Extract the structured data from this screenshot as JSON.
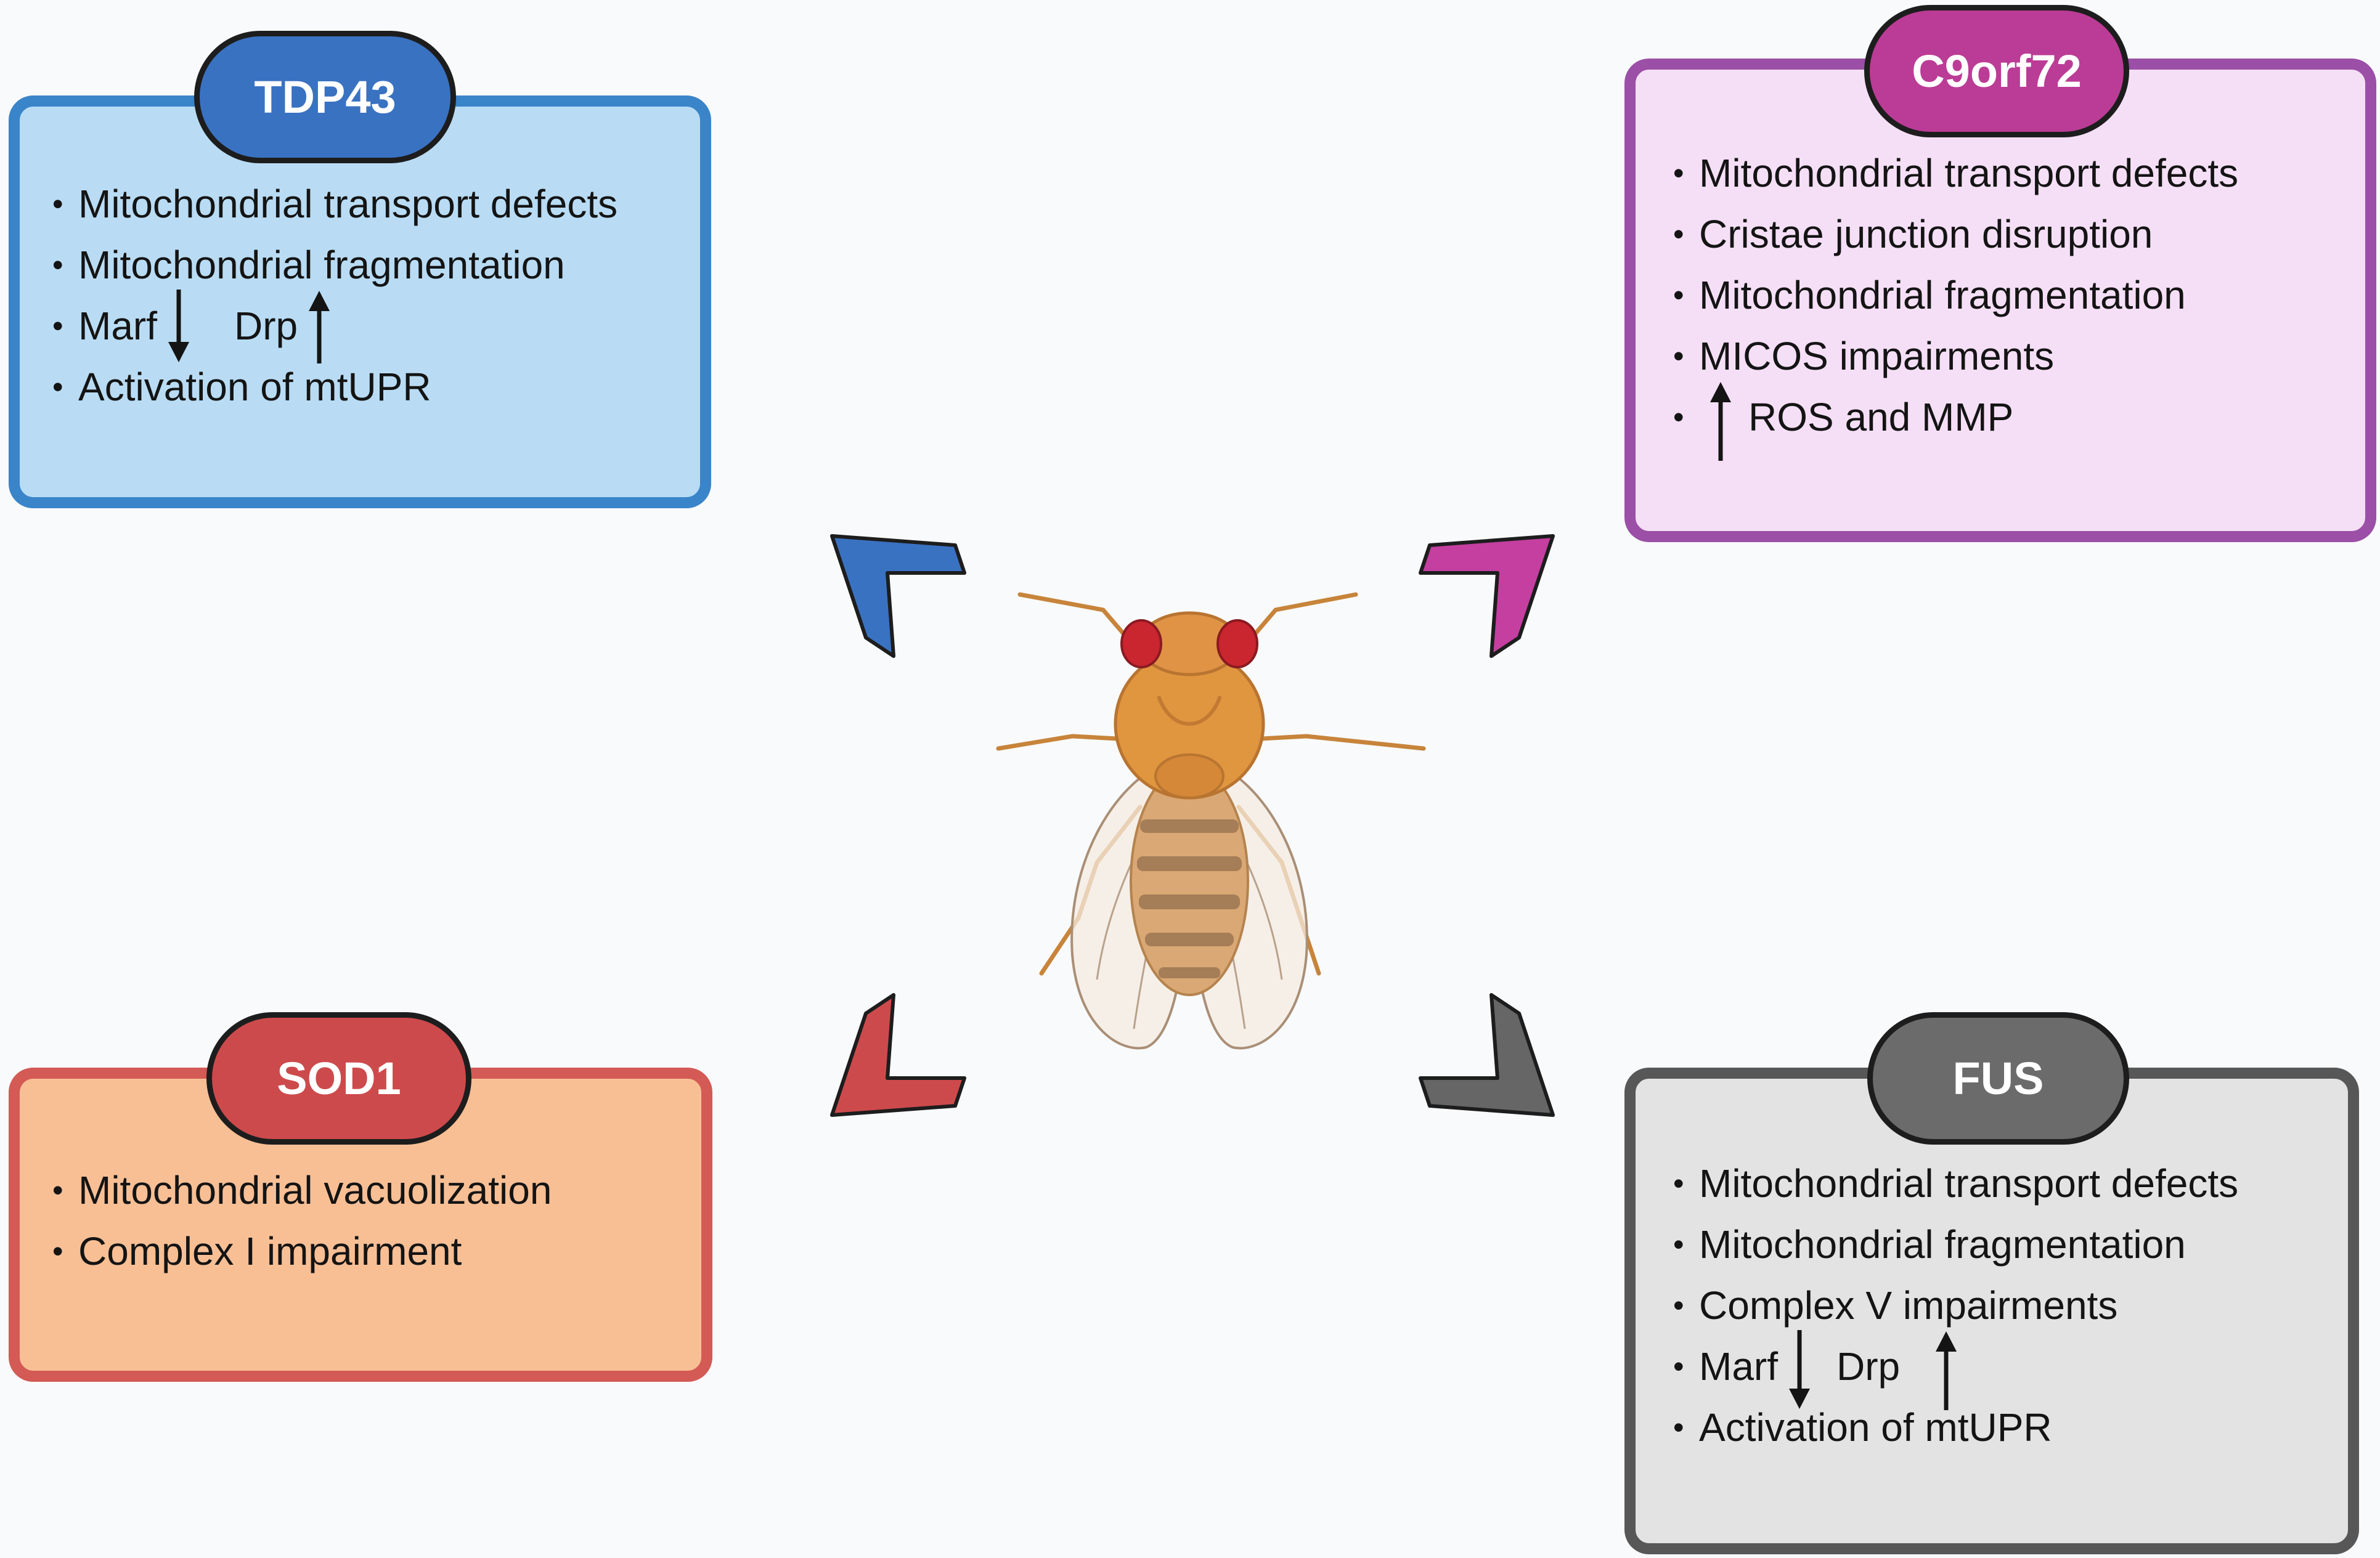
{
  "colors": {
    "tdp43": "#3a72c2",
    "c9orf72": "#bb3c96",
    "sod1": "#cd4a4c",
    "fus": "#6b6b6b"
  },
  "panels": {
    "tdp43": {
      "title": "TDP43",
      "items": [
        "Mitochondrial transport defects",
        "Mitochondrial fragmentation",
        "Marf",
        "Drp",
        "Activation of mtUPR"
      ]
    },
    "c9orf72": {
      "title": "C9orf72",
      "items": [
        "Mitochondrial transport defects",
        "Cristae junction disruption",
        "Mitochondrial fragmentation",
        "MICOS impairments",
        "ROS and MMP"
      ]
    },
    "sod1": {
      "title": "SOD1",
      "items": [
        "Mitochondrial vacuolization",
        "Complex I impairment"
      ]
    },
    "fus": {
      "title": "FUS",
      "items": [
        "Mitochondrial transport defects",
        "Mitochondrial fragmentation",
        "Complex V impairments",
        "Marf",
        "Drp",
        "Activation of mtUPR"
      ]
    }
  },
  "glyphs": {
    "bullet": "•"
  },
  "icons": {
    "center": "fruit-fly-icon",
    "down": "down-arrow-icon",
    "up": "up-arrow-icon"
  }
}
